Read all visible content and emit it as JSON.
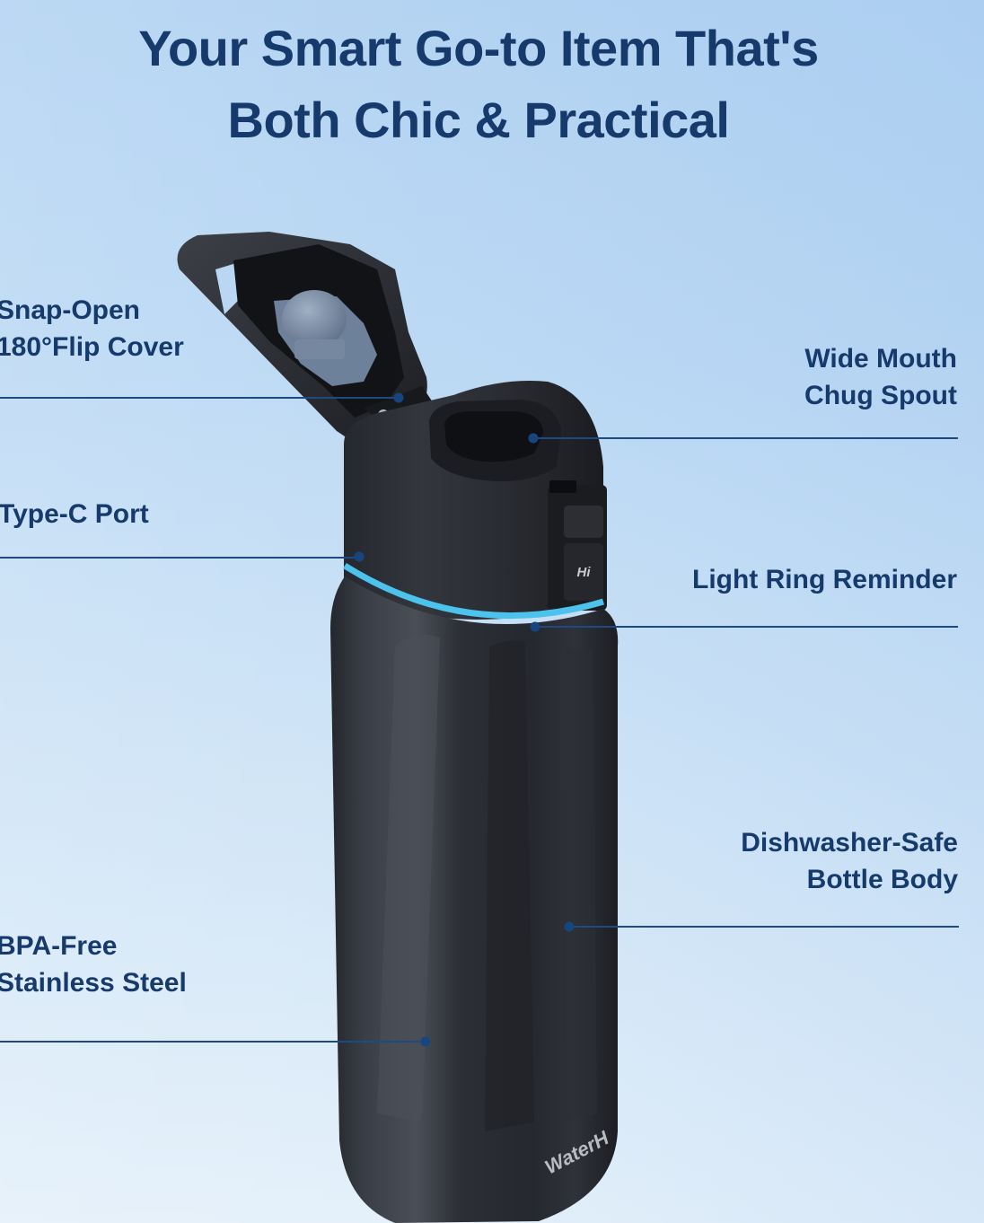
{
  "title": {
    "line1": "Your Smart Go-to Item That's",
    "line2": "Both Chic & Practical"
  },
  "features": [
    {
      "id": "flip-cover",
      "side": "left",
      "lines": [
        "Snap-Open",
        "180°Flip Cover"
      ]
    },
    {
      "id": "chug-spout",
      "side": "right",
      "lines": [
        "Wide Mouth",
        "Chug Spout"
      ]
    },
    {
      "id": "type-c-port",
      "side": "left",
      "lines": [
        "Type-C Port"
      ]
    },
    {
      "id": "light-ring",
      "side": "right",
      "lines": [
        "Light Ring Reminder"
      ]
    },
    {
      "id": "dishwasher-safe",
      "side": "right",
      "lines": [
        "Dishwasher-Safe",
        "Bottle Body"
      ]
    },
    {
      "id": "bpa-free",
      "side": "left",
      "lines": [
        "BPA-Free",
        "Stainless Steel"
      ]
    }
  ],
  "product": {
    "button_label": "Hi",
    "brand_text": "WaterH"
  },
  "colors": {
    "text": "#163a6c",
    "callout_line": "#1d4a82",
    "bottle_body": "#2a2d33",
    "light_ring": "#4cc3ec",
    "background_top": "#b3d3f2",
    "background_bottom": "#e4f0fa"
  }
}
